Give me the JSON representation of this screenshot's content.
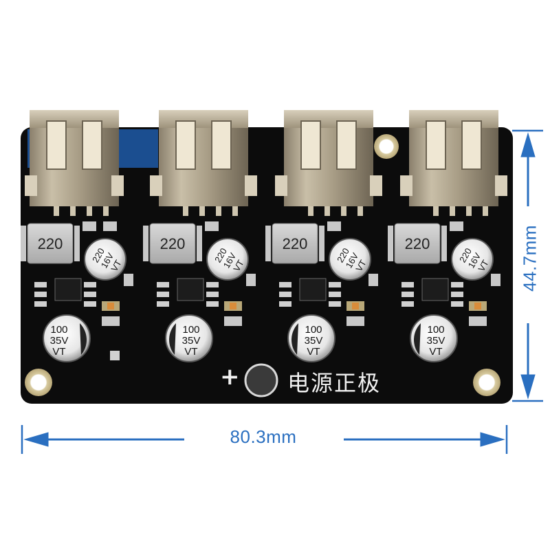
{
  "dimensions": {
    "width_label": "80.3mm",
    "height_label": "44.7mm",
    "color": "#2a6fc0"
  },
  "board": {
    "silkscreen_plus": "+",
    "silkscreen_power_label": "电源正极",
    "pcb_color": "#0c0c0c",
    "usb_port_count": 4
  },
  "components": {
    "inductor_marking": "220",
    "small_cap_value": "220",
    "small_cap_voltage": "16V",
    "small_cap_series": "VT",
    "large_cap_value": "100",
    "large_cap_voltage": "35V",
    "large_cap_series": "VT"
  }
}
